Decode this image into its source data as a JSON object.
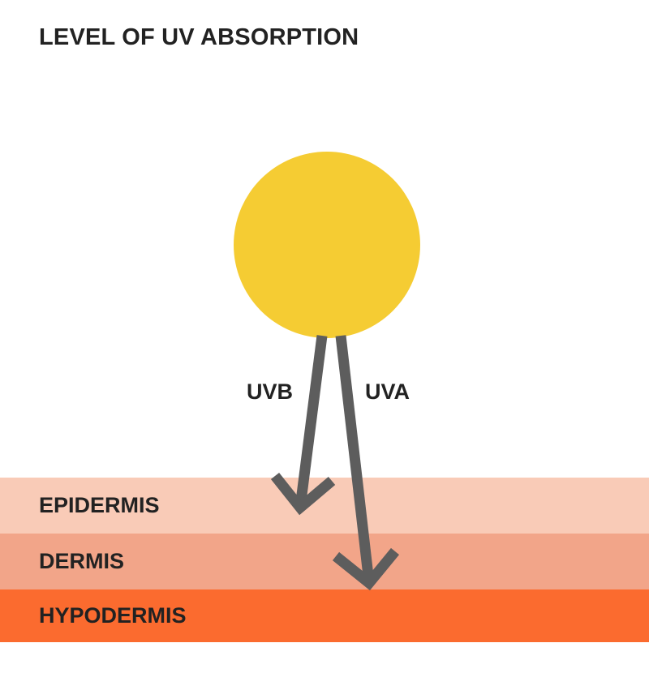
{
  "title": "LEVEL OF UV ABSORPTION",
  "colors": {
    "sun": "#f5cc33",
    "epidermis": "#f9cbb7",
    "dermis": "#f2a589",
    "hypodermis": "#fb6b2f",
    "arrow": "#5d5d5d",
    "text": "#222222"
  },
  "rays": {
    "uvb": "UVB",
    "uva": "UVA"
  },
  "layers": {
    "epidermis": "EPIDERMIS",
    "dermis": "DERMIS",
    "hypodermis": "HYPODERMIS"
  }
}
